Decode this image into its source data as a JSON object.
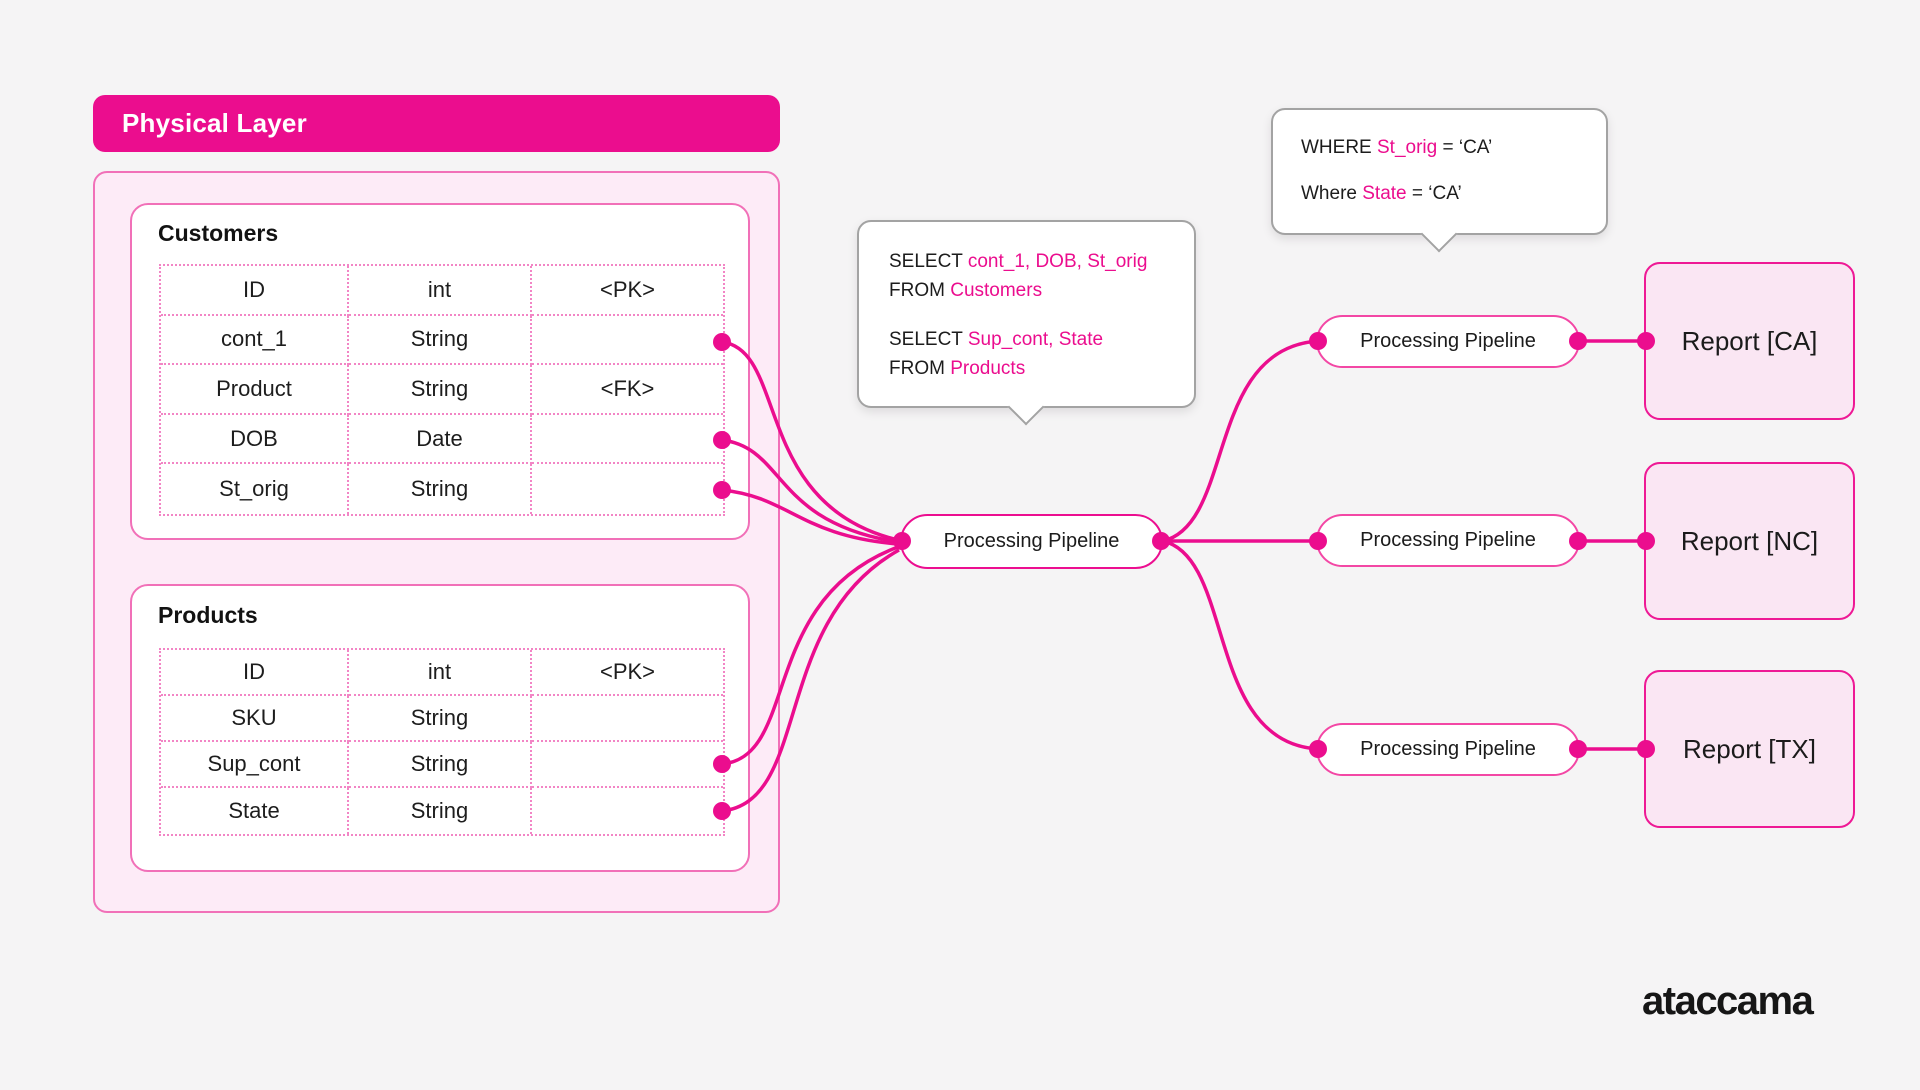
{
  "colors": {
    "accent_pink": "#EB0D8E",
    "border_pink": "#F170B8",
    "panel_fill": "#FDEBF7",
    "report_fill": "#FAE6F3",
    "background": "#F5F4F5",
    "bubble_border": "#A3A3A3",
    "text_dark": "#1C1C1C"
  },
  "physical_layer": {
    "title": "Physical Layer",
    "tables": [
      {
        "name": "Customers",
        "rows": [
          [
            "ID",
            "int",
            "<PK>"
          ],
          [
            "cont_1",
            "String",
            ""
          ],
          [
            "Product",
            "String",
            "<FK>"
          ],
          [
            "DOB",
            "Date",
            ""
          ],
          [
            "St_orig",
            "String",
            ""
          ]
        ]
      },
      {
        "name": "Products",
        "rows": [
          [
            "ID",
            "int",
            "<PK>"
          ],
          [
            "SKU",
            "String",
            ""
          ],
          [
            "Sup_cont",
            "String",
            ""
          ],
          [
            "State",
            "String",
            ""
          ]
        ]
      }
    ]
  },
  "sql_tooltip": {
    "s1_kw": "SELECT ",
    "s1_fields": "cont_1, DOB, St_orig",
    "s1_from": "FROM ",
    "s1_table": "Customers",
    "s2_kw": "SELECT ",
    "s2_fields": "Sup_cont, State",
    "s2_from": "FROM ",
    "s2_table": "Products"
  },
  "where_tooltip": {
    "l1_kw": "WHERE ",
    "l1_field": "St_orig",
    "l1_rest": "  = ‘CA’",
    "l2_kw": "Where ",
    "l2_field": "State",
    "l2_rest": " = ‘CA’"
  },
  "pipelines": {
    "center_label": "Processing Pipeline",
    "right_labels": [
      "Processing Pipeline",
      "Processing Pipeline",
      "Processing Pipeline"
    ]
  },
  "reports": [
    "Report [CA]",
    "Report [NC]",
    "Report [TX]"
  ],
  "logo_text": "ataccama"
}
